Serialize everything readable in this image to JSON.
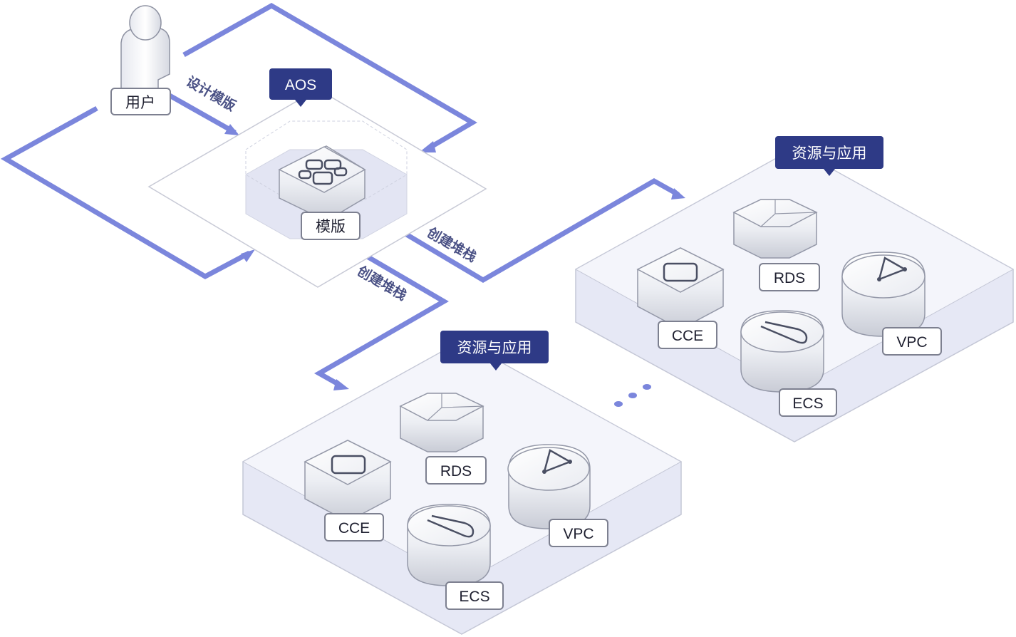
{
  "user": {
    "label": "用户"
  },
  "aos": {
    "title": "AOS",
    "template_label": "模版"
  },
  "flows": {
    "design_template": "设计模版",
    "create_stack_right": "创建堆栈",
    "create_stack_bottom": "创建堆栈"
  },
  "resource_groups": [
    {
      "title": "资源与应用",
      "services": {
        "cce": "CCE",
        "rds": "RDS",
        "ecs": "ECS",
        "vpc": "VPC"
      }
    },
    {
      "title": "资源与应用",
      "services": {
        "cce": "CCE",
        "rds": "RDS",
        "ecs": "ECS",
        "vpc": "VPC"
      }
    }
  ],
  "colors": {
    "arrow": "#7b86dc",
    "dark_tag": "#2e3a86",
    "platform_fill": "#e6e8f5",
    "platform_edge": "#c4c7d6",
    "flow_text": "#4a5185"
  }
}
